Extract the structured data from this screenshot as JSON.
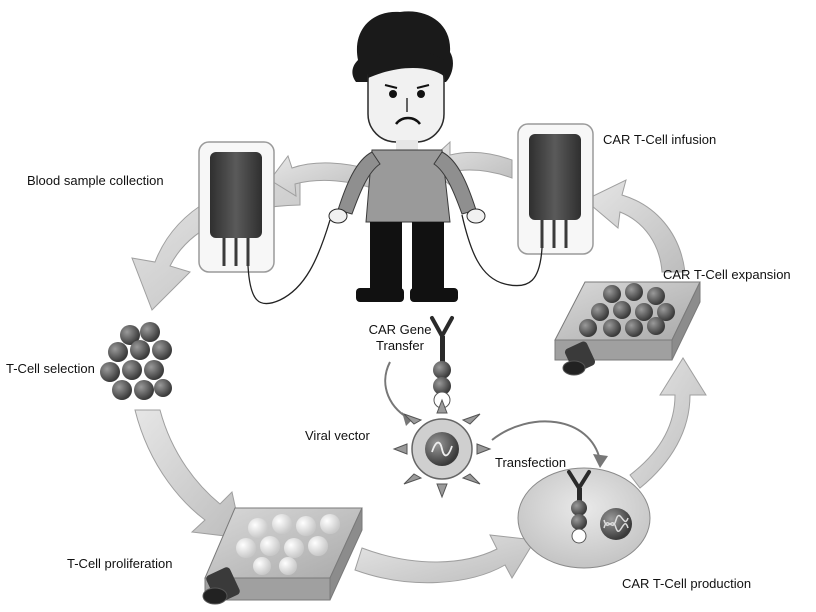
{
  "labels": {
    "blood_sample_collection": "Blood sample collection",
    "car_t_cell_infusion": "CAR T-Cell infusion",
    "car_t_cell_expansion": "CAR T-Cell expansion",
    "t_cell_selection": "T-Cell selection",
    "car_gene_transfer_line1": "CAR Gene",
    "car_gene_transfer_line2": "Transfer",
    "viral_vector": "Viral vector",
    "transfection": "Transfection",
    "t_cell_proliferation": "T-Cell proliferation",
    "car_t_cell_production": "CAR T-Cell production"
  },
  "colors": {
    "background": "#ffffff",
    "arrow_fill": "#d4d4d4",
    "bag_fill": "#4a4a4a",
    "cell_fill": "#5a5a5a",
    "light_cell_fill": "#f2f2f2",
    "tray_fill": "#b8b8b8"
  }
}
